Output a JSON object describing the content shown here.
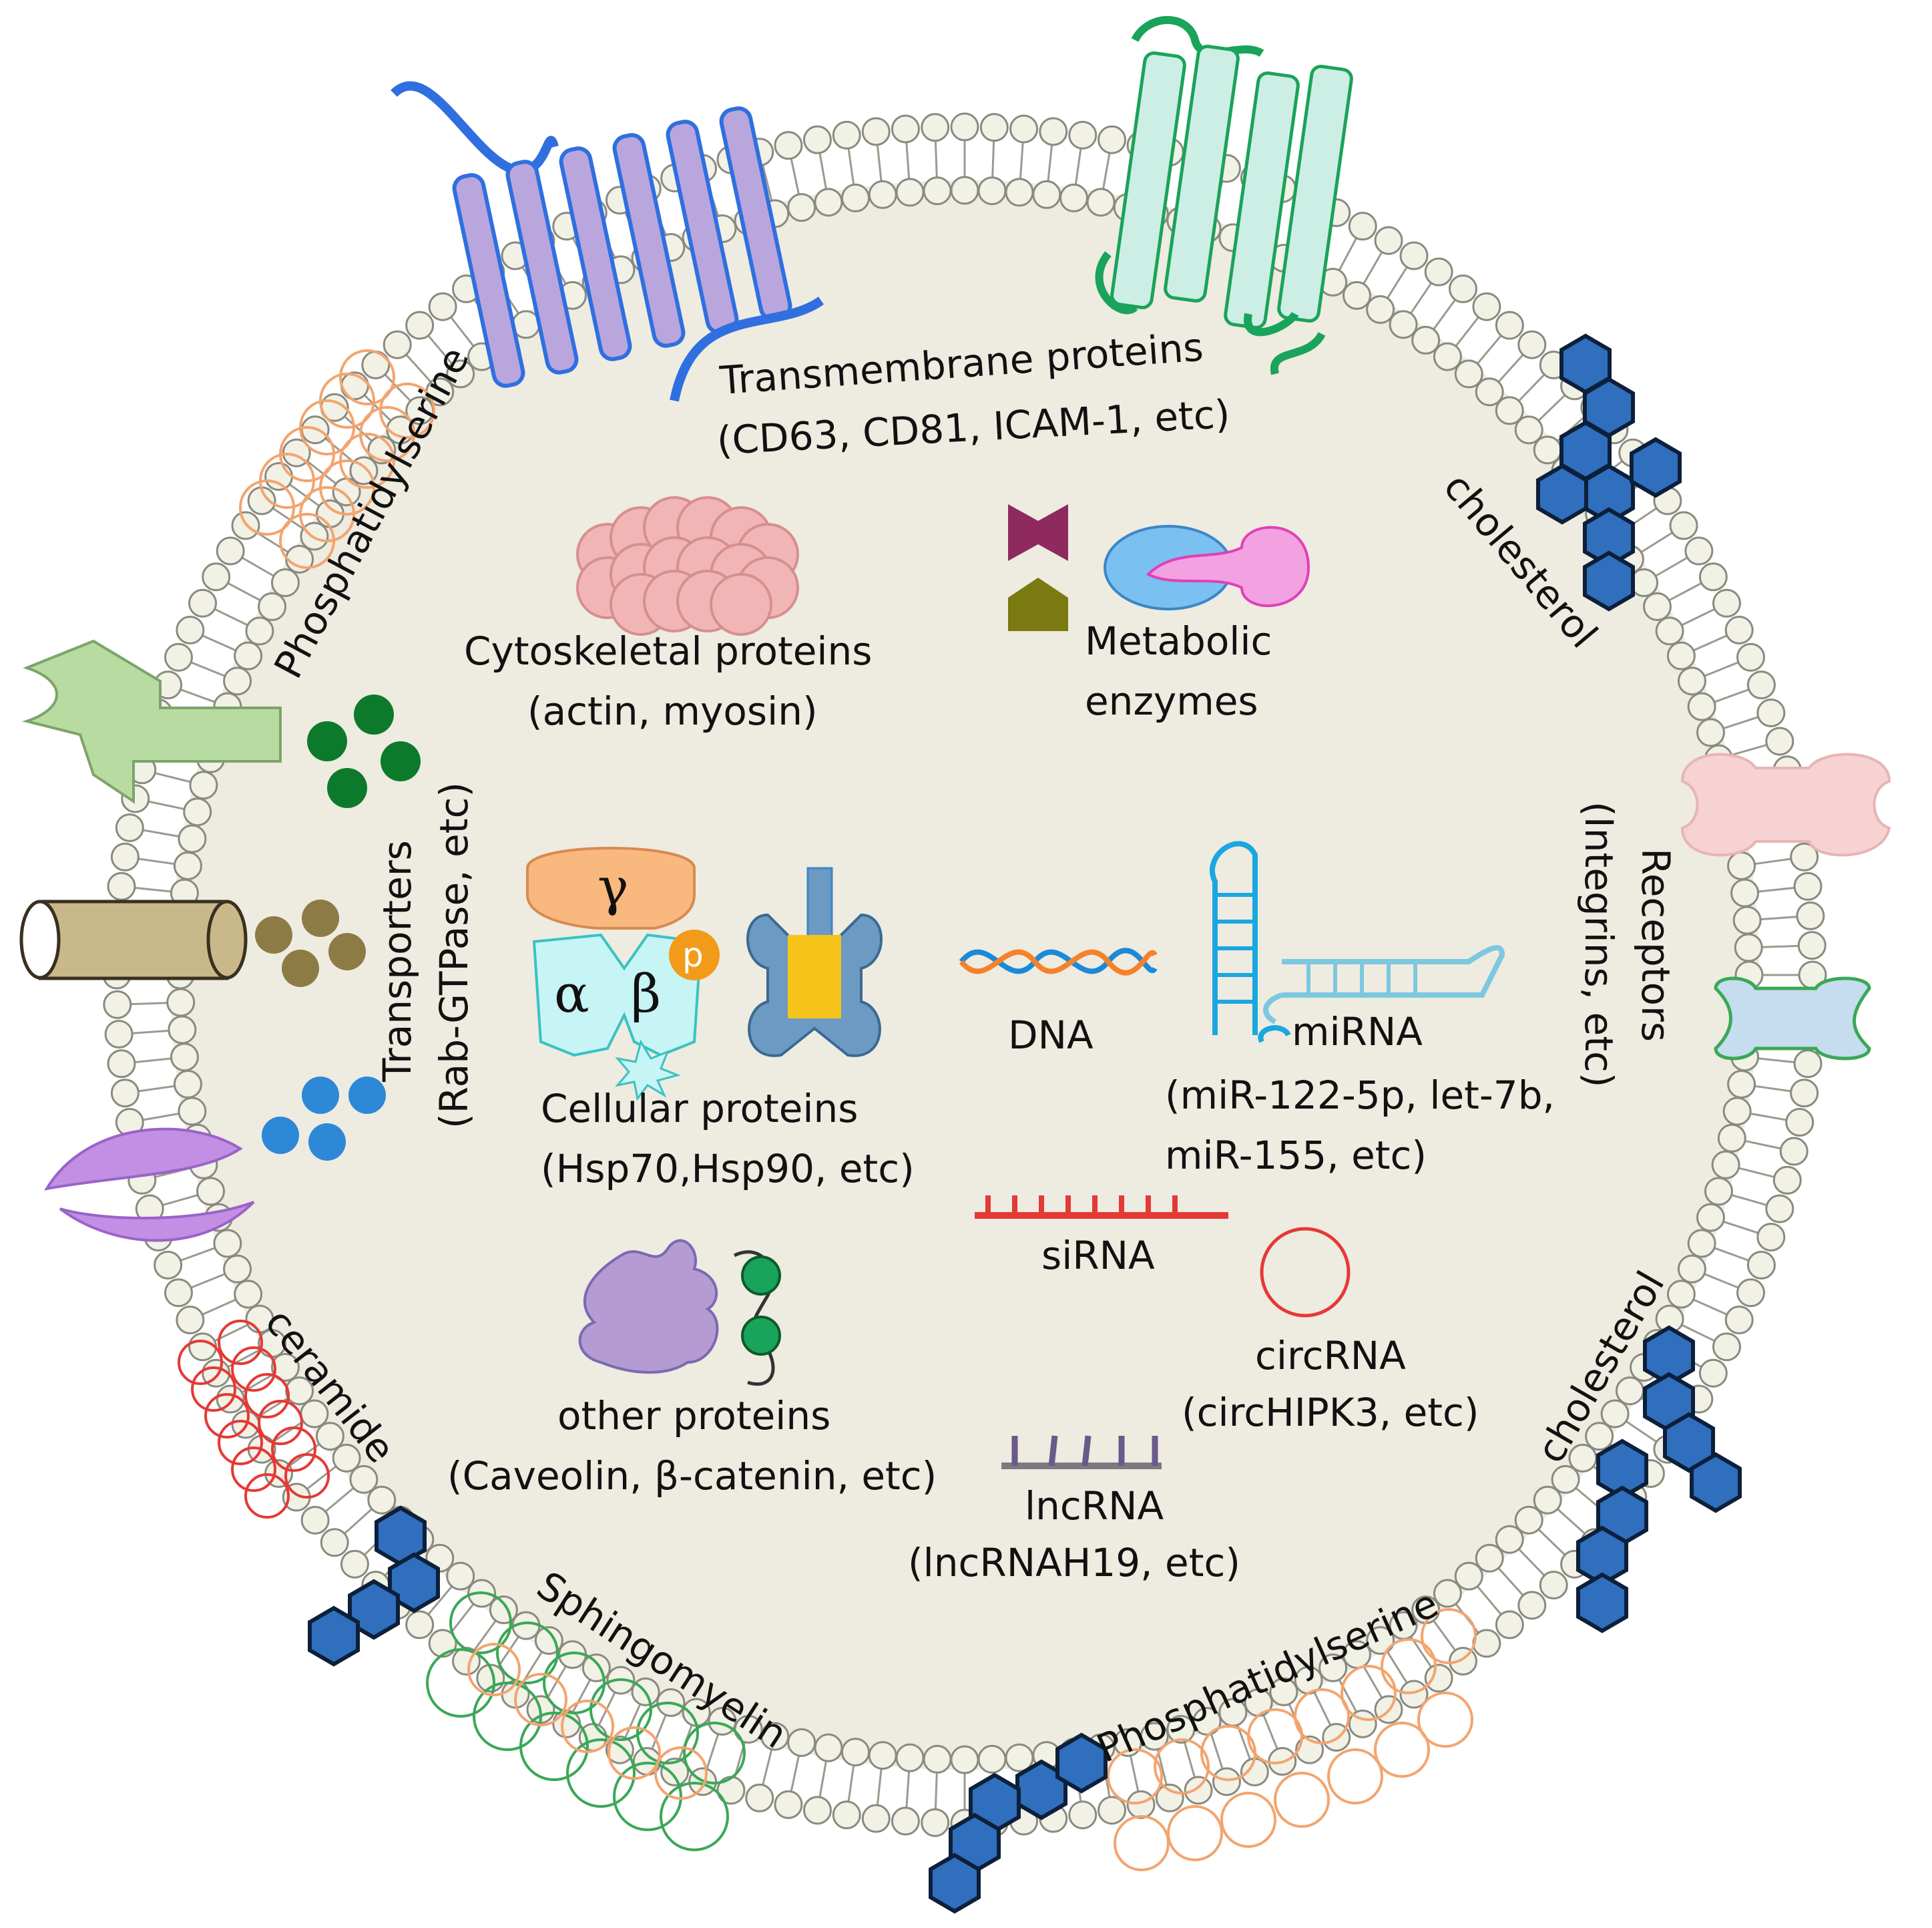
{
  "labels": {
    "transmembrane_title": "Transmembrane proteins",
    "transmembrane_examples": "(CD63, CD81, ICAM-1, etc)",
    "cytoskeletal_title": "Cytoskeletal proteins",
    "cytoskeletal_examples": "(actin, myosin)",
    "metabolic_line1": "Metabolic",
    "metabolic_line2": "enzymes",
    "transporters_title": "Transporters",
    "transporters_examples": "(Rab-GTPase, etc)",
    "receptors_title": "Receptors",
    "receptors_examples": "(Integrins, etc)",
    "cellular_title": "Cellular proteins",
    "cellular_examples": "(Hsp70,Hsp90, etc)",
    "dna": "DNA",
    "mirna_title": "miRNA",
    "mirna_examples_1": "(miR-122-5p, let-7b,",
    "mirna_examples_2": "miR-155, etc)",
    "sirna": "siRNA",
    "circrna_title": "circRNA",
    "circrna_examples": "(circHIPK3, etc)",
    "lncrna_title": "lncRNA",
    "lncrna_examples": "(lncRNAH19, etc)",
    "other_title": "other proteins",
    "other_examples": "(Caveolin, β-catenin, etc)",
    "phosphatidylserine_top": "Phosphatidylserine",
    "phosphatidylserine_bottom": "Phosphatidylserine",
    "cholesterol_top": "cholesterol",
    "cholesterol_bottom": "cholesterol",
    "ceramide": "ceramide",
    "sphingomyelin": "Sphingomyelin",
    "gamma": "γ",
    "alpha": "α",
    "beta": "β",
    "phospho": "p"
  },
  "colors": {
    "vesicle_interior": "#eeebe1",
    "lipid_head": "#f1f1e6",
    "lipid_outline": "#8a8a80",
    "cholesterol": "#2f6fbd",
    "phosphatidylserine": "#f3a46e",
    "ceramide": "#e53935",
    "sphingomyelin": "#3aa856",
    "sirna": "#e53935",
    "lncrna": "#6a5a8a",
    "mirna": "#1aa7e0"
  }
}
